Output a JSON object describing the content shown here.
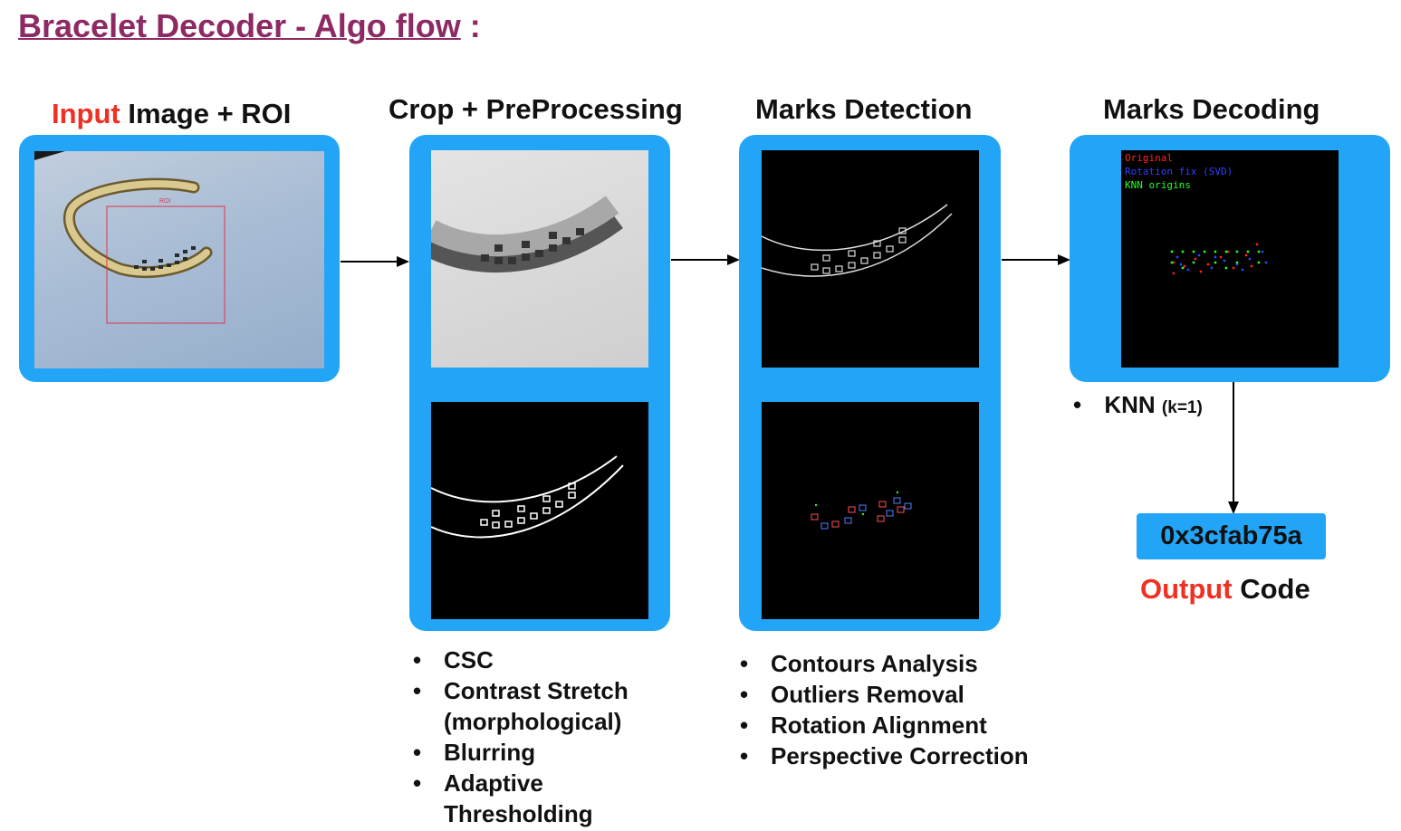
{
  "title": "Bracelet Decoder - Algo flow:",
  "title_colon": ":",
  "stages": [
    {
      "title_prefix": "Input",
      "title_rest": " Image + ROI",
      "roi_label": "ROI"
    },
    {
      "title": "Crop + PreProcessing",
      "bullets": [
        "CSC",
        "Contrast Stretch (morphological)",
        "Blurring",
        "Adaptive Thresholding"
      ]
    },
    {
      "title": "Marks Detection",
      "bullets": [
        "Contours Analysis",
        "Outliers Removal",
        "Rotation Alignment",
        "Perspective Correction"
      ]
    },
    {
      "title": "Marks Decoding",
      "legend": [
        "Original",
        "Rotation fix (SVD)",
        "KNN origins"
      ],
      "bullet_main": "KNN",
      "bullet_sub": "(k=1)"
    }
  ],
  "output": {
    "code": "0x3cfab75a",
    "label_prefix": "Output",
    "label_rest": " Code"
  },
  "colors": {
    "panel": "#22a5f7",
    "title": "#8e2a63",
    "accent_red": "#ef3023",
    "legend_original": "#ff2020",
    "legend_rotation": "#3040ff",
    "legend_knn": "#20ff20"
  },
  "icons": [
    "arrow-right",
    "arrow-down",
    "bullet"
  ]
}
